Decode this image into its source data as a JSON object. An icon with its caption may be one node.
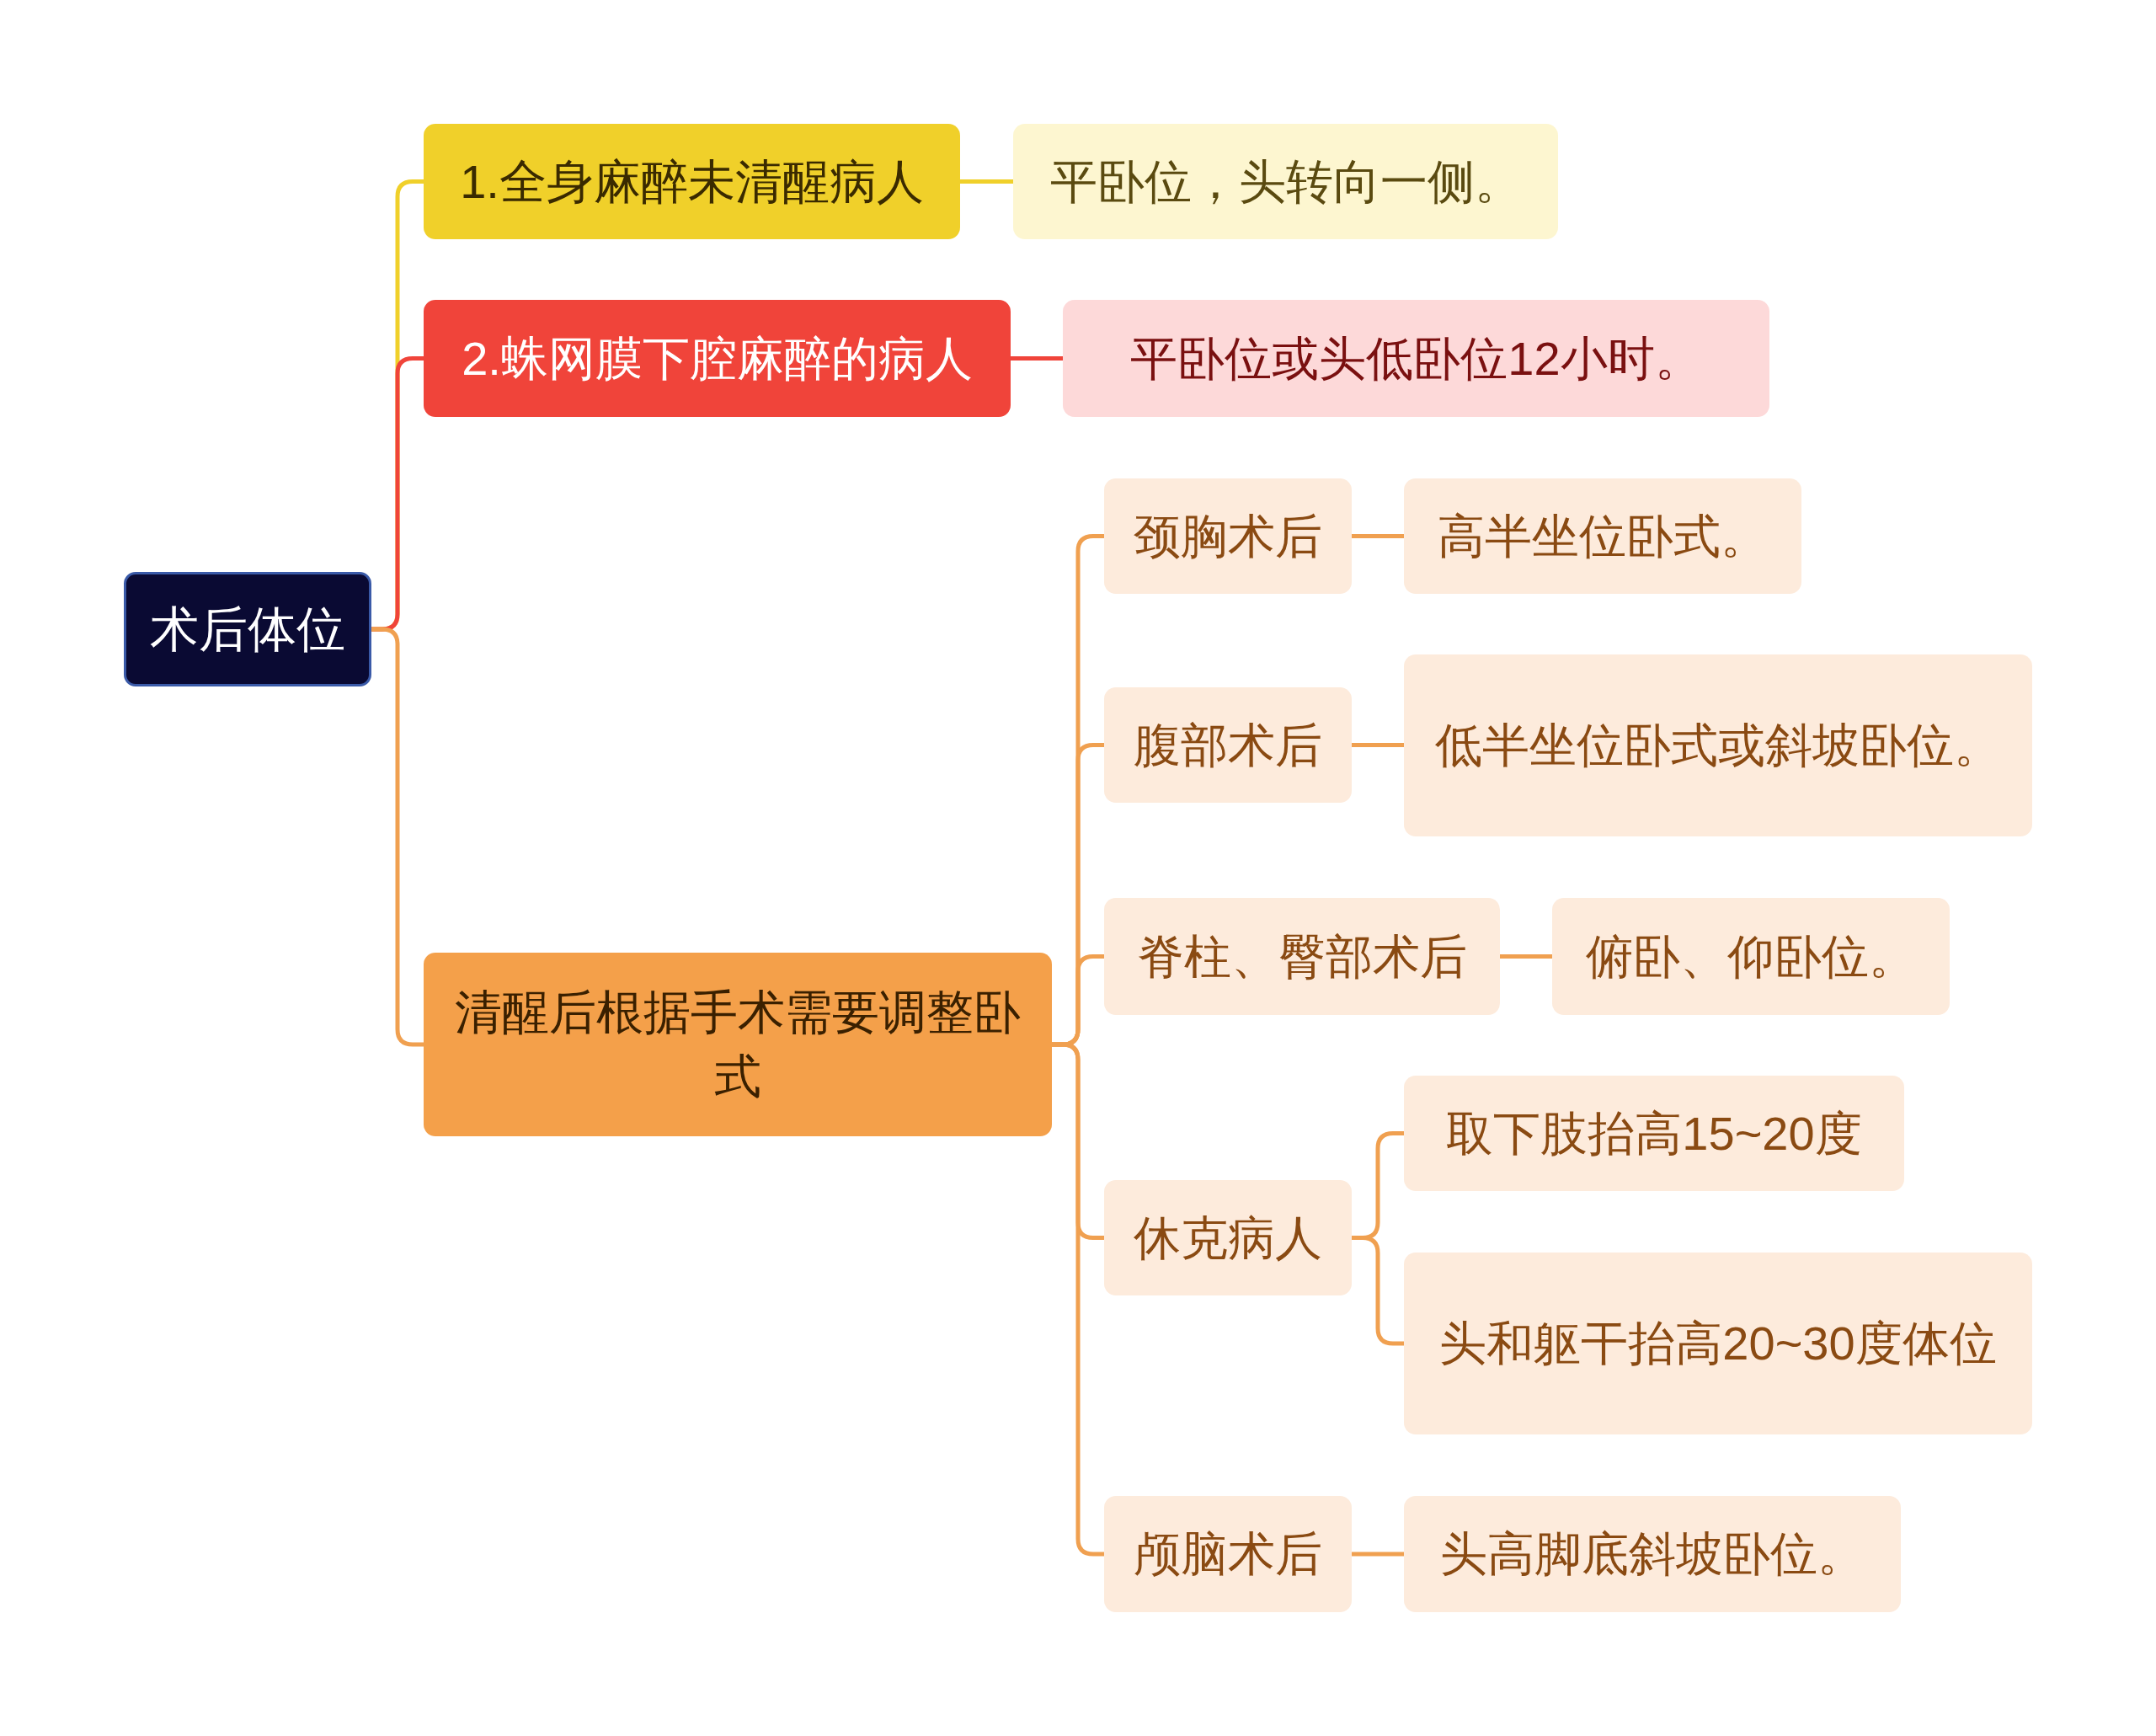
{
  "diagram": {
    "nodes": [
      {
        "text": [
          "术后体位"
        ]
      },
      {
        "text": [
          "1.全身麻醉未清醒病人"
        ]
      },
      {
        "text": [
          "平卧位，头转向一侧。"
        ]
      },
      {
        "text": [
          "2.蛛网膜下腔麻醉的病人"
        ]
      },
      {
        "text": [
          "平卧位或头低卧位12小时。"
        ]
      },
      {
        "text": [
          "清醒后根据手术需要调整卧式"
        ]
      },
      {
        "text": [
          "颈胸术后"
        ]
      },
      {
        "text": [
          "高半坐位卧式。"
        ]
      },
      {
        "text": [
          "腹部术后"
        ]
      },
      {
        "text": [
          "低半坐位卧式或斜坡卧位。"
        ]
      },
      {
        "text": [
          "脊柱、臀部术后"
        ]
      },
      {
        "text": [
          "俯卧、仰卧位。"
        ]
      },
      {
        "text": [
          "休克病人"
        ]
      },
      {
        "text": [
          "取下肢抬高15~20度"
        ]
      },
      {
        "text": [
          "头和躯干抬高20~30度体位"
        ]
      },
      {
        "text": [
          "颅脑术后"
        ]
      },
      {
        "text": [
          "头高脚底斜坡卧位。"
        ]
      }
    ],
    "edges": [
      {
        "from": 0,
        "to": 1,
        "arrow": "none",
        "color": "#f0d02a"
      },
      {
        "from": 0,
        "to": 3,
        "arrow": "none",
        "color": "#f0443a"
      },
      {
        "from": 0,
        "to": 5,
        "arrow": "none"
      },
      {
        "from": 1,
        "to": 2,
        "arrow": "none",
        "color": "#f0d02a"
      },
      {
        "from": 3,
        "to": 4,
        "arrow": "none",
        "color": "#f0443a"
      },
      {
        "from": 5,
        "to": 6,
        "arrow": "none"
      },
      {
        "from": 5,
        "to": 8,
        "arrow": "none"
      },
      {
        "from": 5,
        "to": 10,
        "arrow": "none"
      },
      {
        "from": 5,
        "to": 12,
        "arrow": "none"
      },
      {
        "from": 5,
        "to": 15,
        "arrow": "none"
      },
      {
        "from": 6,
        "to": 7,
        "arrow": "none"
      },
      {
        "from": 8,
        "to": 9,
        "arrow": "none"
      },
      {
        "from": 10,
        "to": 11,
        "arrow": "none"
      },
      {
        "from": 12,
        "to": 13,
        "arrow": "none"
      },
      {
        "from": 12,
        "to": 14,
        "arrow": "none"
      },
      {
        "from": 15,
        "to": 16,
        "arrow": "none"
      }
    ]
  }
}
